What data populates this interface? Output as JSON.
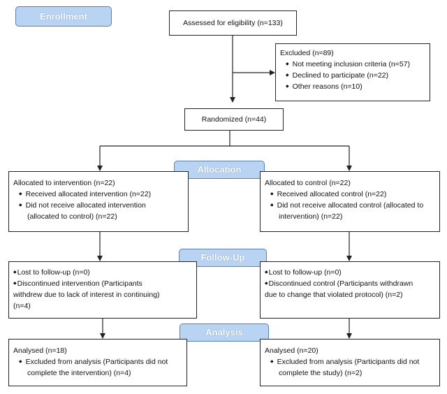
{
  "stages": {
    "enrollment": "Enrollment",
    "allocation": "Allocation",
    "followup": "Follow-Up",
    "analysis": "Analysis"
  },
  "assessed": "Assessed for eligibility (n=133)",
  "excluded": {
    "title": "Excluded (n=89)",
    "items": [
      "Not meeting inclusion criteria (n=57)",
      "Declined to participate (n=22)",
      "Other reasons (n=10)"
    ]
  },
  "randomized": "Randomized (n=44)",
  "alloc_intervention": {
    "title": "Allocated to intervention (n=22)",
    "received": "Received allocated intervention (n=22)",
    "not_received_1": "Did not receive allocated intervention",
    "not_received_2": "(allocated to control) (n=22)"
  },
  "alloc_control": {
    "title": "Allocated to control (n=22)",
    "received": "Received allocated control (n=22)",
    "not_received_1": "Did not receive allocated control (allocated to",
    "not_received_2": "intervention) (n=22)"
  },
  "followup_intervention": {
    "lost": "Lost to follow-up (n=0)",
    "disc_1": "Discontinued intervention (Participants",
    "disc_2": "withdrew due to lack of interest in continuing)",
    "disc_3": "(n=4)"
  },
  "followup_control": {
    "lost": "Lost to follow-up (n=0)",
    "disc_1": "Discontinued control (Participants withdrawn",
    "disc_2": "due to change that violated protocol) (n=2)"
  },
  "analysis_intervention": {
    "title": "Analysed (n=18)",
    "excl_1": "Excluded from analysis (Participants did not",
    "excl_2": "complete the intervention) (n=4)"
  },
  "analysis_control": {
    "title": "Analysed (n=20)",
    "excl_1": "Excluded from analysis (Participants did not",
    "excl_2": "complete the study) (n=2)"
  },
  "colors": {
    "stage_fill": "#b9d3f2",
    "stage_border": "#5b7fae",
    "line": "#222222"
  }
}
